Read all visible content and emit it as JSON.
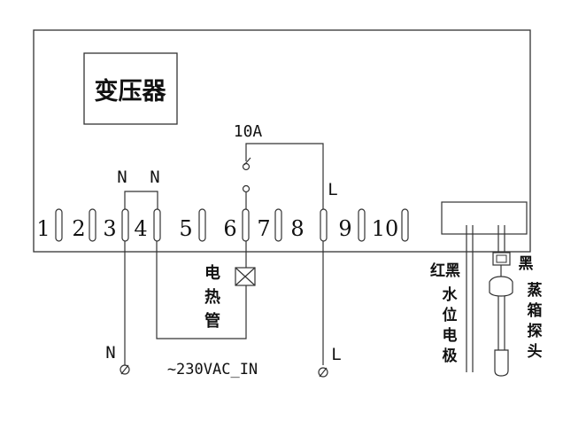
{
  "transformer_label": "变压器",
  "terminals": [
    "1",
    "2",
    "3",
    "4",
    "5",
    "6",
    "7",
    "8",
    "9",
    "10"
  ],
  "neutral_labels": [
    "N",
    "N"
  ],
  "live_label_top": "L",
  "switch_rating": "10A",
  "heater_label": [
    "电",
    "热",
    "管"
  ],
  "supply_neutral": "N",
  "supply_live": "L",
  "supply_label": "~230VAC_IN",
  "wire_colors_left": "红黑",
  "wire_color_right": "黑",
  "water_level_electrode": [
    "水",
    "位",
    "电",
    "极"
  ],
  "steam_box_probe": [
    "蒸",
    "箱",
    "探",
    "头"
  ]
}
